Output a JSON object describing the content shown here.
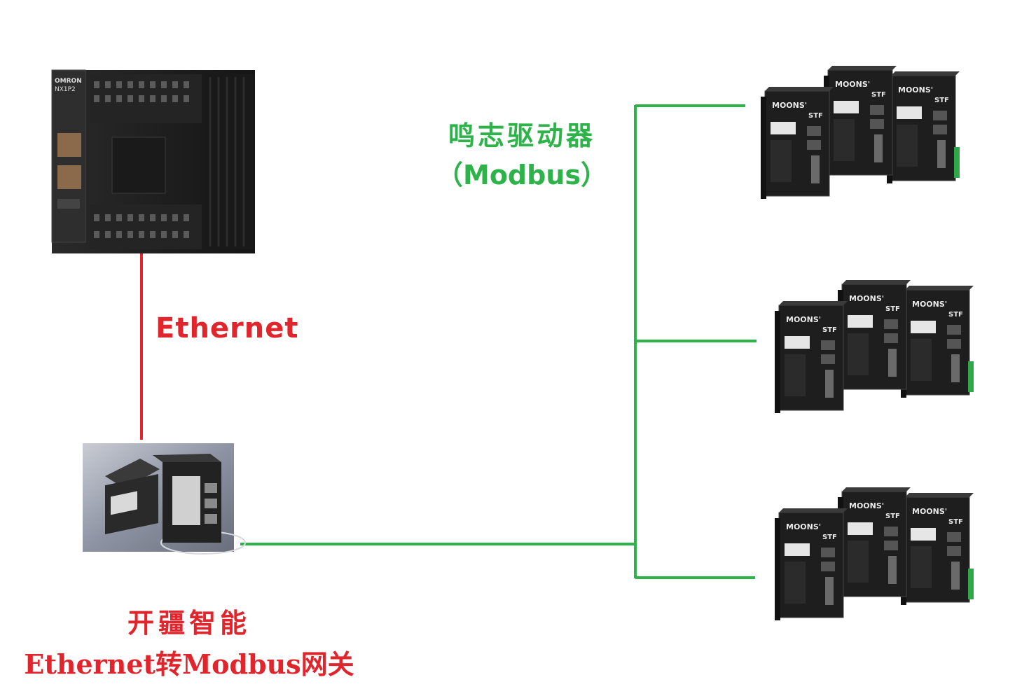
{
  "plc": {
    "brand": "OMRON",
    "model": "NX1P2"
  },
  "link_plc_gateway": {
    "label": "Ethernet",
    "color": "#e0262c"
  },
  "gateway": {
    "name_line1": "开疆智能",
    "name_line2": "Ethernet转Modbus网关"
  },
  "drives": {
    "title_line1": "鸣志驱动器",
    "title_line2": "（Modbus）",
    "brand": "MOONS'",
    "model": "STF",
    "group_count": 3
  },
  "colors": {
    "ethernet_line": "#e0262c",
    "modbus_line": "#2db34a",
    "device_dark": "#1e1e1e"
  }
}
